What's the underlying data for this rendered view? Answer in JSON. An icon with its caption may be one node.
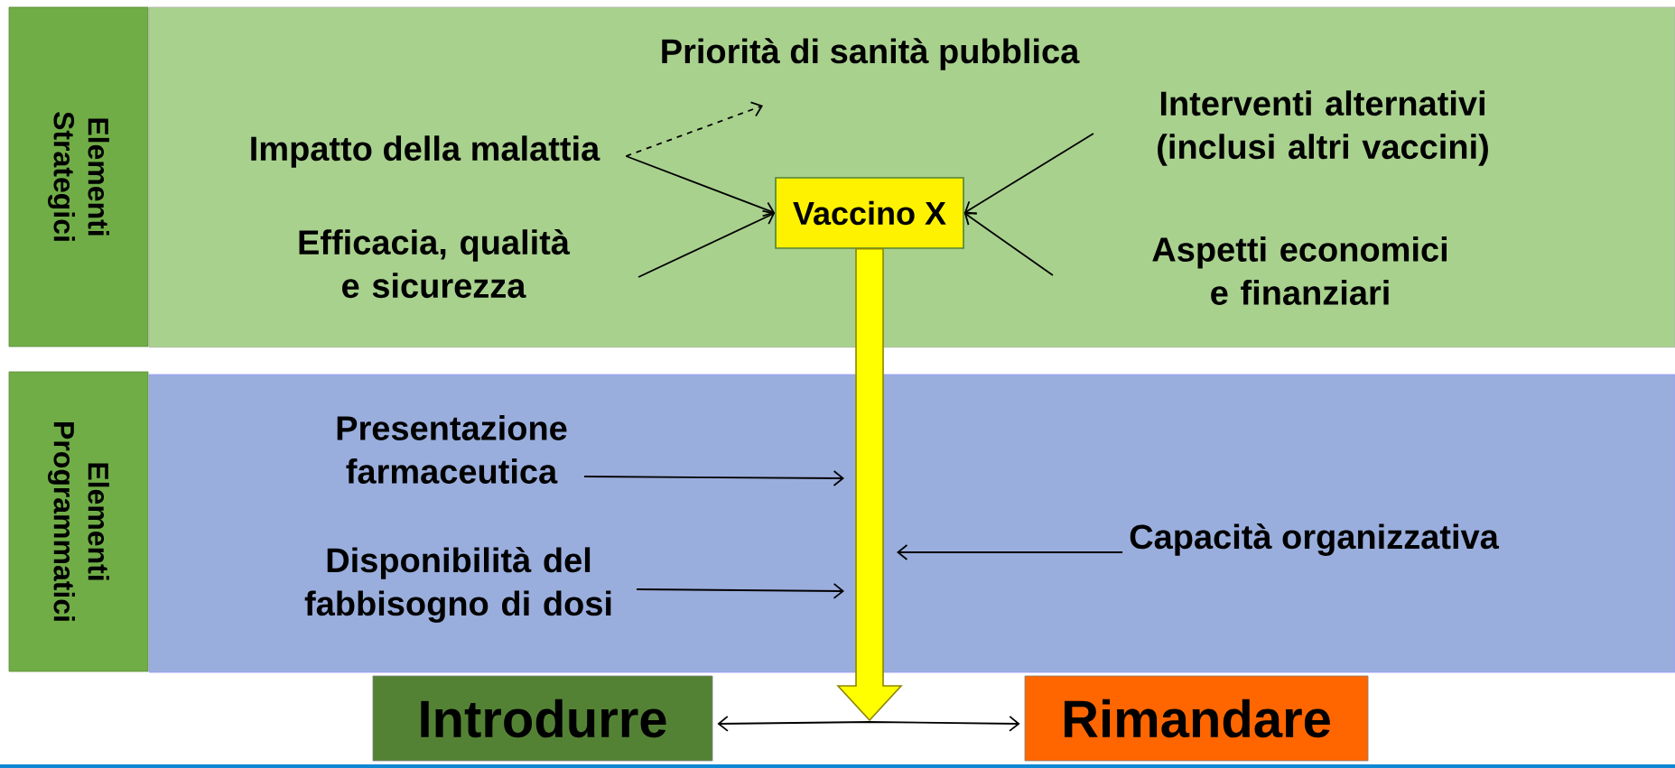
{
  "diagram": {
    "nodes": [
      {
        "text": [
          "Elementi Strategici"
        ]
      },
      {
        "text": [
          "Priorità di sanità pubblica"
        ]
      },
      {
        "text": [
          "Impatto della malattia"
        ]
      },
      {
        "text": [
          "Efficacia, qualità e sicurezza"
        ]
      },
      {
        "text": [
          "Vaccino X"
        ]
      },
      {
        "text": [
          "Interventi alternativi (inclusi altri vaccini)"
        ]
      },
      {
        "text": [
          "Aspetti economici e finanziari"
        ]
      },
      {
        "text": [
          "Elementi Programmatici"
        ]
      },
      {
        "text": [
          "Presentazione farmaceutica"
        ]
      },
      {
        "text": [
          "Disponibilità del fabbisogno di dosi"
        ]
      },
      {
        "text": [
          "Capacità organizzativa"
        ]
      },
      {
        "text": [
          "Introdurre"
        ]
      },
      {
        "text": [
          "Rimandare"
        ]
      }
    ],
    "edges": [
      {
        "from": 2,
        "to": 1,
        "arrow": "to",
        "style": "dashed"
      },
      {
        "from": 2,
        "to": 4,
        "arrow": "to"
      },
      {
        "from": 3,
        "to": 4,
        "arrow": "to"
      },
      {
        "from": 5,
        "to": 4,
        "arrow": "to"
      },
      {
        "from": 6,
        "to": 4,
        "arrow": "to"
      },
      {
        "from": 4,
        "to": null,
        "arrow": "to",
        "style": "thick",
        "color": "#ffff00"
      },
      {
        "from": 8,
        "to": null,
        "arrow": "to"
      },
      {
        "from": 9,
        "to": null,
        "arrow": "to"
      },
      {
        "from": 10,
        "to": null,
        "arrow": "to"
      },
      {
        "from": 11,
        "to": 12,
        "arrow": "both"
      }
    ]
  }
}
